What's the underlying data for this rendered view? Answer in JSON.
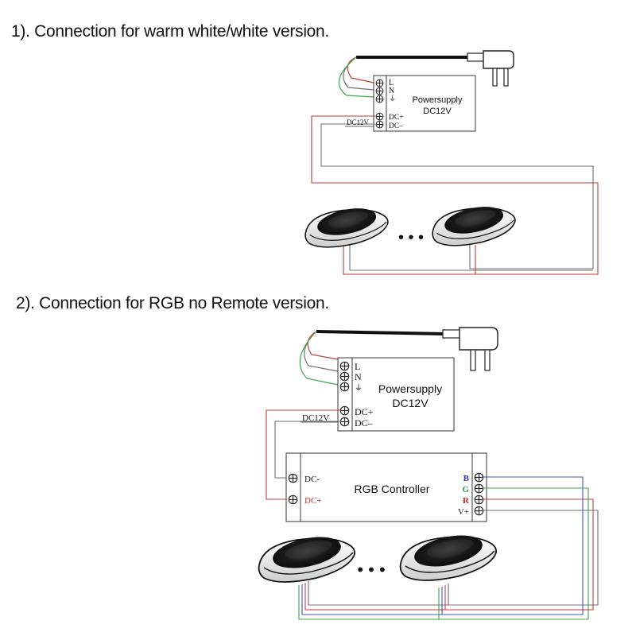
{
  "section1": {
    "heading": "1). Connection for warm white/white version.",
    "psu_line1": "Powersupply",
    "psu_line2": "DC12V",
    "term_L": "L",
    "term_N": "N",
    "term_ground": "⏚",
    "term_dcplus": "DC+",
    "term_dcminus": "DC–",
    "dc_label": "DC12V"
  },
  "section2": {
    "heading": "2). Connection for RGB no Remote version.",
    "psu_line1": "Powersupply",
    "psu_line2": "DC12V",
    "term_L": "L",
    "term_N": "N",
    "term_ground": "⏚",
    "term_dcplus": "DC+",
    "term_dcminus": "DC–",
    "dc_label": "DC12V",
    "controller_title": "RGB Controller",
    "ctrl_in_minus": "DC-",
    "ctrl_in_plus": "DC+",
    "ctrl_out_b": "B",
    "ctrl_out_g": "G",
    "ctrl_out_r": "R",
    "ctrl_out_v": "V+"
  },
  "ellipsis": "• • •",
  "colors": {
    "wire_red": "#c43a3a",
    "wire_gray": "#6f6f6f",
    "wire_green": "#3aa843",
    "wire_blue": "#4a4fc6",
    "label_blue": "#2b36c8",
    "label_green": "#2e9a3a",
    "label_red": "#c82a2a"
  }
}
